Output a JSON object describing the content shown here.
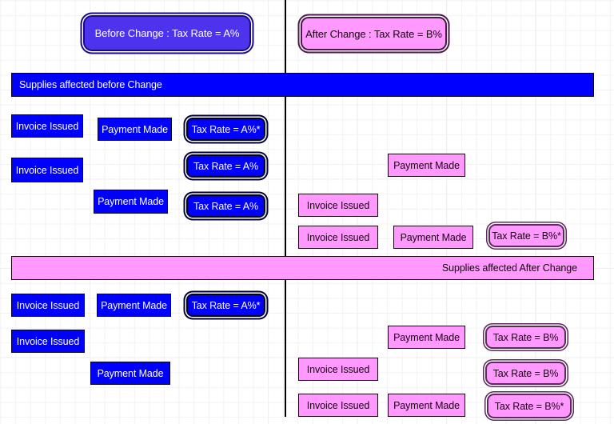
{
  "diagram": {
    "title_left": "Before Change : Tax Rate = A%",
    "title_right": "After Change : Tax Rate = B%",
    "banner_before": "Supplies affected before Change",
    "banner_after": "Supplies affected  After Change",
    "colors": {
      "before_fill": "#0000ff",
      "before_hero_fill": "#4d33ee",
      "after_fill": "#ff99ff",
      "before_text": "#ffffff",
      "after_text": "#1a0011"
    },
    "sections": {
      "before_change": {
        "label": "Supplies affected before Change",
        "left_column": {
          "rows": [
            {
              "invoice": "Invoice Issued",
              "payment": "Payment Made",
              "tax": "Tax Rate = A%*"
            },
            {
              "invoice": "Invoice Issued",
              "payment": "",
              "tax": "Tax Rate = A%"
            },
            {
              "invoice": "",
              "payment": "Payment Made",
              "tax": "Tax Rate = A%"
            }
          ]
        },
        "right_column": {
          "rows": [
            {
              "invoice": "",
              "payment": "Payment Made",
              "tax": ""
            },
            {
              "invoice": "Invoice Issued",
              "payment": "",
              "tax": ""
            },
            {
              "invoice": "Invoice Issued",
              "payment": "Payment Made",
              "tax": "Tax Rate = B%*"
            }
          ]
        }
      },
      "after_change": {
        "label": "Supplies affected  After Change",
        "left_column": {
          "rows": [
            {
              "invoice": "Invoice Issued",
              "payment": "Payment Made",
              "tax": "Tax Rate = A%*"
            },
            {
              "invoice": "Invoice Issued",
              "payment": "",
              "tax": ""
            },
            {
              "invoice": "",
              "payment": "Payment Made",
              "tax": ""
            }
          ]
        },
        "right_column": {
          "rows": [
            {
              "invoice": "",
              "payment": "Payment Made",
              "tax": "Tax Rate = B%"
            },
            {
              "invoice": "Invoice Issued",
              "payment": "",
              "tax": "Tax Rate = B%"
            },
            {
              "invoice": "Invoice Issued",
              "payment": "Payment Made",
              "tax": "Tax Rate = B%*"
            }
          ]
        }
      }
    }
  }
}
